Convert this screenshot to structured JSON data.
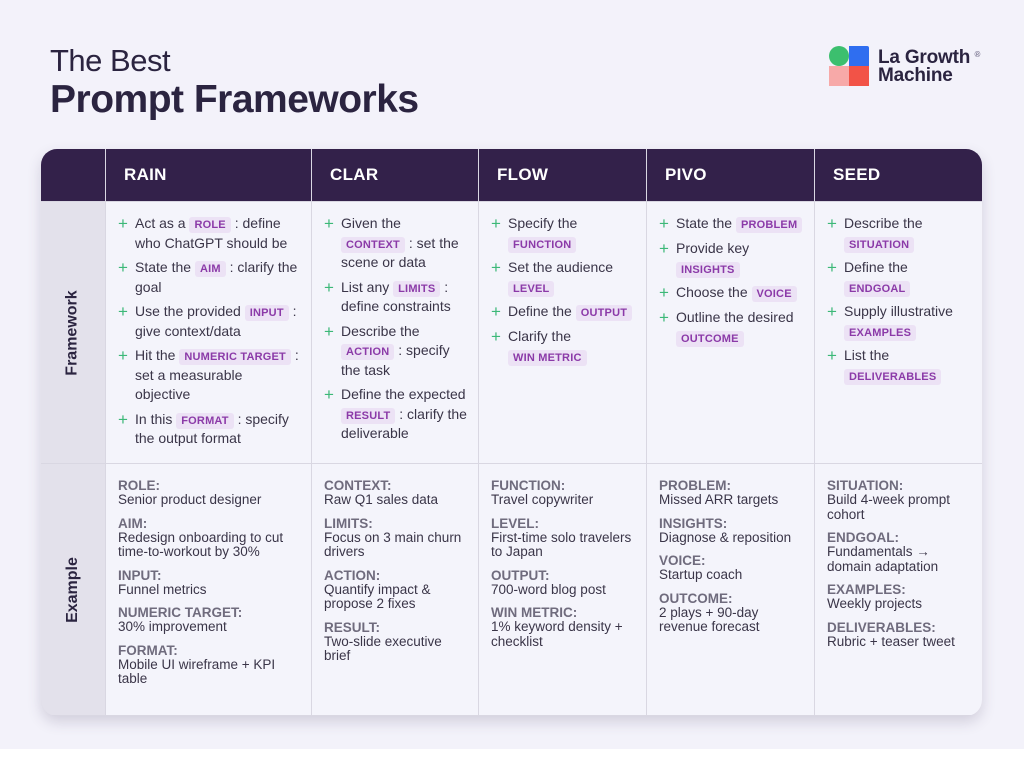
{
  "title": {
    "line1": "The Best",
    "line2": "Prompt Frameworks"
  },
  "logo": {
    "line1": "La Growth",
    "line2": "Machine",
    "registered": "®",
    "colors": {
      "green": "#3cbf6e",
      "blue": "#2f6ef0",
      "pink": "#f7a9a8",
      "red": "#f25347"
    }
  },
  "colors": {
    "header_bg": "#33214a",
    "pill_bg": "#ece2f5",
    "pill_text": "#8b3aa8",
    "plus_icon": "#3cb878",
    "background": "#f3f2fa"
  },
  "row_labels": {
    "framework": "Framework",
    "example": "Example"
  },
  "plus_icon": "+",
  "columns": [
    {
      "name": "RAIN",
      "framework": [
        {
          "pre": "Act as a ",
          "pill": "ROLE",
          "post": " : define who ChatGPT should be"
        },
        {
          "pre": "State the ",
          "pill": "AIM",
          "post": " : clarify the goal"
        },
        {
          "pre": "Use the provided ",
          "pill": "INPUT",
          "post": " : give context/data"
        },
        {
          "pre": "Hit the ",
          "pill": "NUMERIC TARGET",
          "post": " : set a measurable objective"
        },
        {
          "pre": "In this ",
          "pill": "FORMAT",
          "post": " : specify the output format"
        }
      ],
      "example": [
        {
          "key": "ROLE:",
          "value": "Senior product designer"
        },
        {
          "key": "AIM:",
          "value": "Redesign onboarding to cut time-to-workout by 30%"
        },
        {
          "key": "INPUT:",
          "value": "Funnel metrics"
        },
        {
          "key": "NUMERIC TARGET:",
          "value": "30% improvement"
        },
        {
          "key": "FORMAT:",
          "value": "Mobile UI wireframe + KPI table"
        }
      ]
    },
    {
      "name": "CLAR",
      "framework": [
        {
          "pre": "Given the ",
          "pill": "CONTEXT",
          "post": " : set the scene or data"
        },
        {
          "pre": "List any ",
          "pill": "LIMITS",
          "post": " : define constraints"
        },
        {
          "pre": "Describe the ",
          "pill": "ACTION",
          "post": " : specify the task"
        },
        {
          "pre": "Define the expected ",
          "pill": "RESULT",
          "post": " : clarify the deliverable"
        }
      ],
      "example": [
        {
          "key": "CONTEXT:",
          "value": "Raw Q1 sales data"
        },
        {
          "key": "LIMITS:",
          "value": "Focus on 3 main churn drivers"
        },
        {
          "key": "ACTION:",
          "value": "Quantify impact & propose 2 fixes"
        },
        {
          "key": "RESULT:",
          "value": "Two-slide executive brief"
        }
      ]
    },
    {
      "name": "FLOW",
      "framework": [
        {
          "pre": "Specify the ",
          "pill": "FUNCTION",
          "post": ""
        },
        {
          "pre": "Set the audience ",
          "pill": "LEVEL",
          "post": ""
        },
        {
          "pre": "Define the ",
          "pill": "OUTPUT",
          "post": ""
        },
        {
          "pre": "Clarify the ",
          "pill": "WIN METRIC",
          "post": ""
        }
      ],
      "example": [
        {
          "key": "FUNCTION:",
          "value": "Travel copywriter"
        },
        {
          "key": "LEVEL:",
          "value": "First-time solo travelers to Japan"
        },
        {
          "key": "OUTPUT:",
          "value": "700-word blog post"
        },
        {
          "key": "WIN METRIC:",
          "value": "1% keyword density + checklist"
        }
      ]
    },
    {
      "name": "PIVO",
      "framework": [
        {
          "pre": "State the ",
          "pill": "PROBLEM",
          "post": ""
        },
        {
          "pre": "Provide key ",
          "pill": "INSIGHTS",
          "post": ""
        },
        {
          "pre": "Choose the ",
          "pill": "VOICE",
          "post": ""
        },
        {
          "pre": "Outline the desired ",
          "pill": "OUTCOME",
          "post": ""
        }
      ],
      "example": [
        {
          "key": "PROBLEM:",
          "value": "Missed ARR targets"
        },
        {
          "key": "INSIGHTS:",
          "value": "Diagnose & reposition"
        },
        {
          "key": "VOICE:",
          "value": "Startup coach"
        },
        {
          "key": "OUTCOME:",
          "value": "2 plays + 90-day revenue forecast"
        }
      ]
    },
    {
      "name": "SEED",
      "framework": [
        {
          "pre": "Describe the ",
          "pill": "SITUATION",
          "post": ""
        },
        {
          "pre": "Define the ",
          "pill": "ENDGOAL",
          "post": ""
        },
        {
          "pre": "Supply illustrative ",
          "pill": "EXAMPLES",
          "post": ""
        },
        {
          "pre": "List the ",
          "pill": "DELIVERABLES",
          "post": ""
        }
      ],
      "example": [
        {
          "key": "SITUATION:",
          "value": "Build 4-week prompt cohort"
        },
        {
          "key": "ENDGOAL:",
          "value": "Fundamentals → domain adaptation"
        },
        {
          "key": "EXAMPLES:",
          "value": "Weekly projects"
        },
        {
          "key": "DELIVERABLES:",
          "value": "Rubric + teaser tweet"
        }
      ]
    }
  ]
}
